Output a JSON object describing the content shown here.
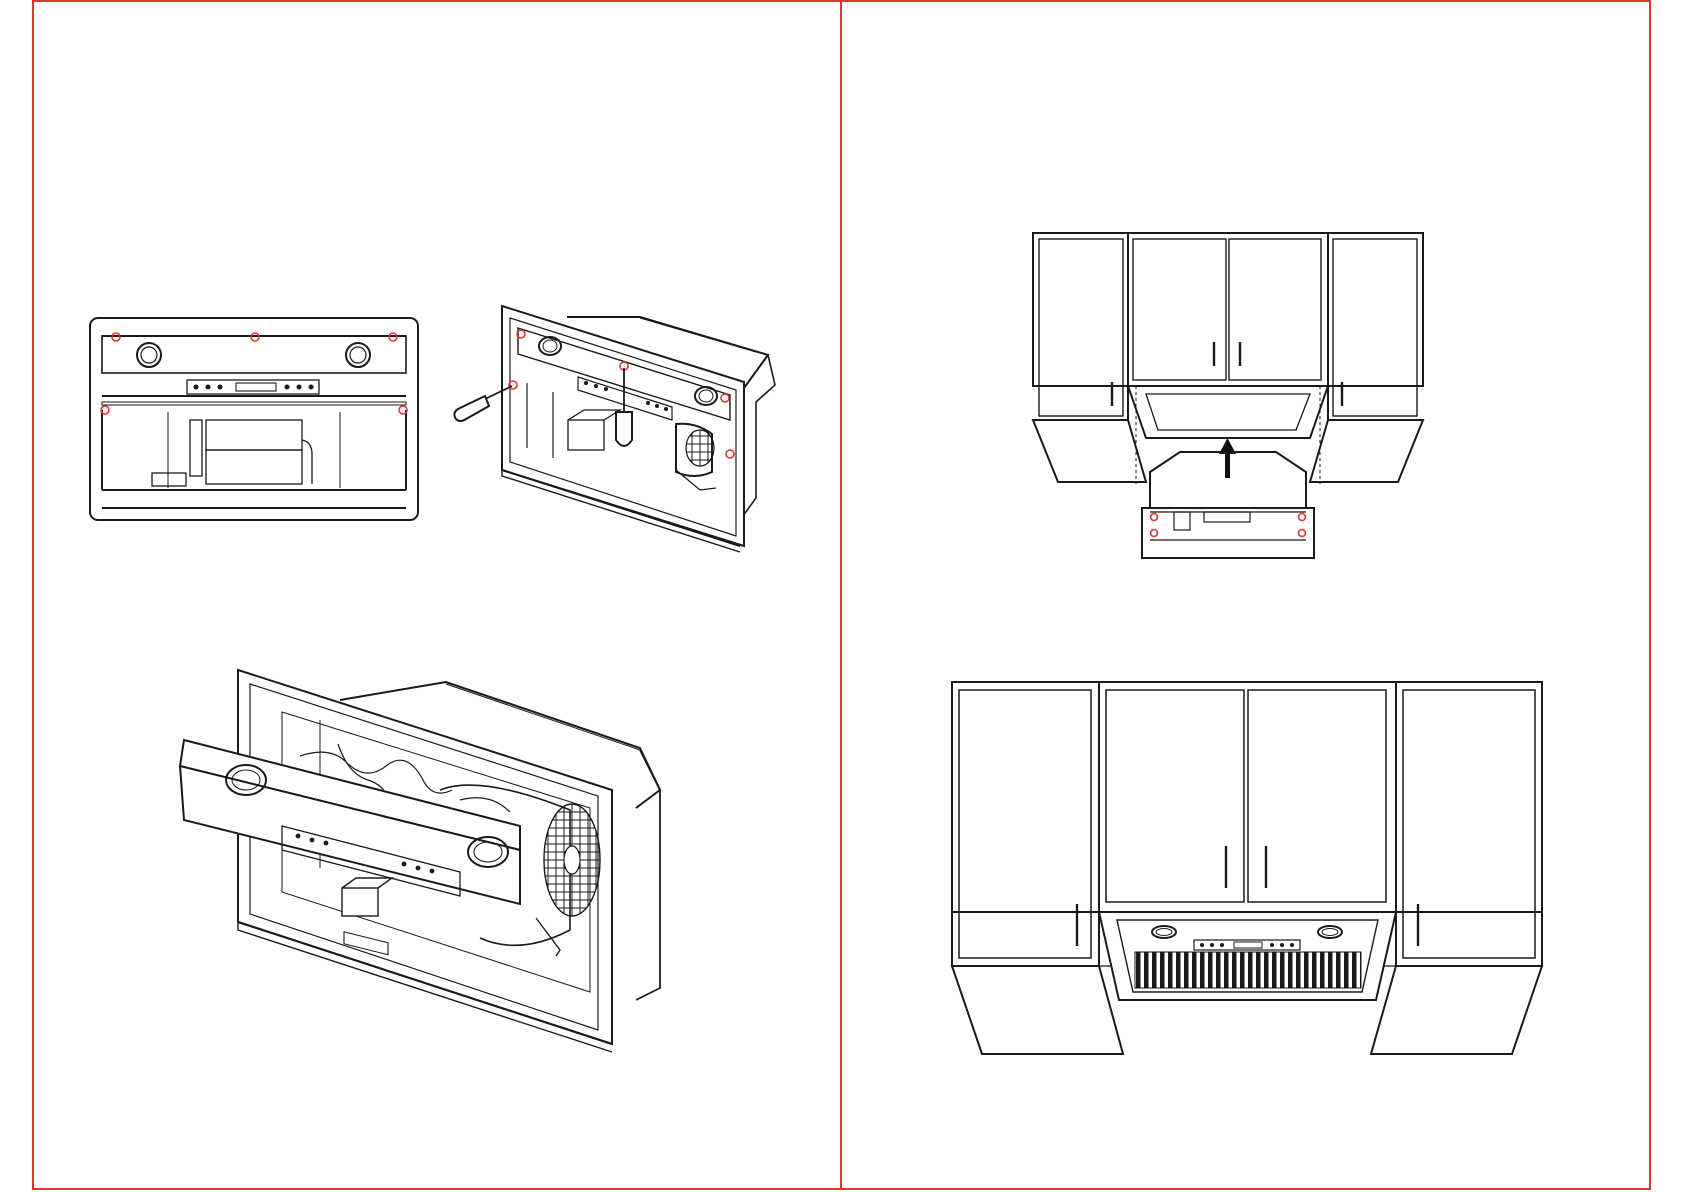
{
  "document": {
    "type": "installation-manual-spread",
    "pages": 2
  },
  "colors": {
    "line": "#1a1a1a",
    "page_border": "#e0342f",
    "screw_marker": "#e0342f",
    "background": "#ffffff",
    "arrow": "#111111"
  },
  "figures": [
    {
      "id": "front-view-screws"
    },
    {
      "id": "remove-panel-screwdriver"
    },
    {
      "id": "panel-open-wiring"
    },
    {
      "id": "insert-into-cabinet"
    },
    {
      "id": "installed-result"
    }
  ],
  "icons": [
    "screwdriver-icon",
    "up-arrow-icon",
    "screw-marker-icon",
    "fan-blower-icon",
    "light-icon"
  ]
}
